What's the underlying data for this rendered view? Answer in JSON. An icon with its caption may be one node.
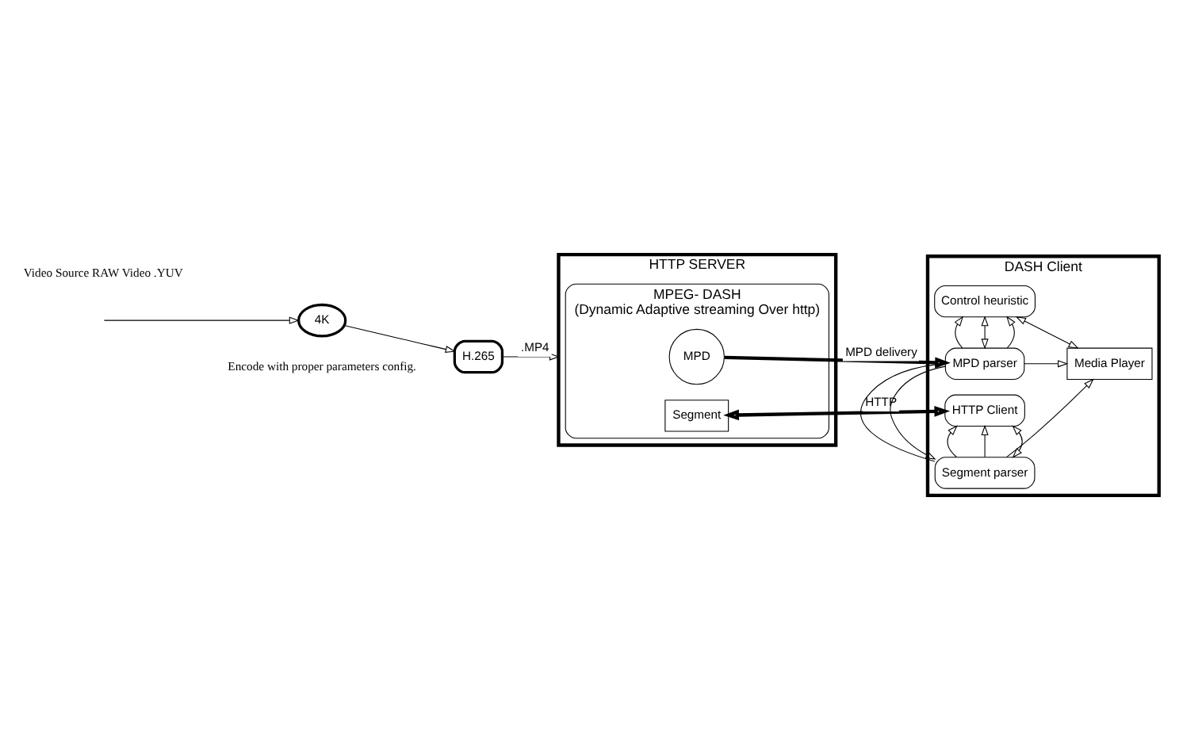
{
  "diagram": {
    "nodes": [
      {
        "text": [
          "HTTP SERVER"
        ]
      },
      {
        "text": [
          "MPEG- DASH",
          "(Dynamic Adaptive streaming Over http)"
        ],
        "in": 0
      },
      {
        "text": [
          "MPD"
        ],
        "in": 1
      },
      {
        "text": [
          "Segment"
        ],
        "in": 1
      },
      {
        "text": [
          "DASH Client"
        ]
      },
      {
        "text": [
          "Control heuristic"
        ],
        "in": 4
      },
      {
        "text": [
          "MPD parser"
        ],
        "in": 4
      },
      {
        "text": [
          "Media Player"
        ],
        "in": 4
      },
      {
        "text": [
          "Segment parser"
        ],
        "in": 4
      },
      {
        "text": [
          "HTTP Client"
        ],
        "in": 4
      },
      {
        "text": [
          "4K"
        ]
      },
      {
        "text": [
          "H.265"
        ]
      }
    ],
    "edges": [
      {
        "from": null,
        "to": 10,
        "arrow": "to"
      },
      {
        "from": 10,
        "to": 11,
        "arrow": "to"
      },
      {
        "from": 11,
        "to": 0,
        "arrow": "to",
        "label": ".MP4"
      },
      {
        "from": 2,
        "to": 6,
        "arrow": "to",
        "label": "MPD delivery",
        "style": "thick"
      },
      {
        "from": 3,
        "to": 9,
        "arrow": "both",
        "label": "HTTP",
        "style": "thick"
      },
      {
        "from": 6,
        "to": 5,
        "arrow": "to"
      },
      {
        "from": 6,
        "to": 5,
        "arrow": "both"
      },
      {
        "from": 6,
        "to": 5,
        "arrow": "to"
      },
      {
        "from": 7,
        "to": 5,
        "arrow": "both"
      },
      {
        "from": 6,
        "to": 7,
        "arrow": "to"
      },
      {
        "from": 6,
        "to": 8,
        "arrow": "to"
      },
      {
        "from": 8,
        "to": 6,
        "arrow": "to"
      },
      {
        "from": 8,
        "to": 7,
        "arrow": "to"
      },
      {
        "from": 8,
        "to": 9,
        "arrow": "both"
      },
      {
        "from": 8,
        "to": 9,
        "arrow": "to"
      },
      {
        "from": 8,
        "to": 9,
        "arrow": "to"
      }
    ],
    "labels": [
      "Video Source RAW Video .YUV",
      "Encode with proper parameters config."
    ]
  }
}
